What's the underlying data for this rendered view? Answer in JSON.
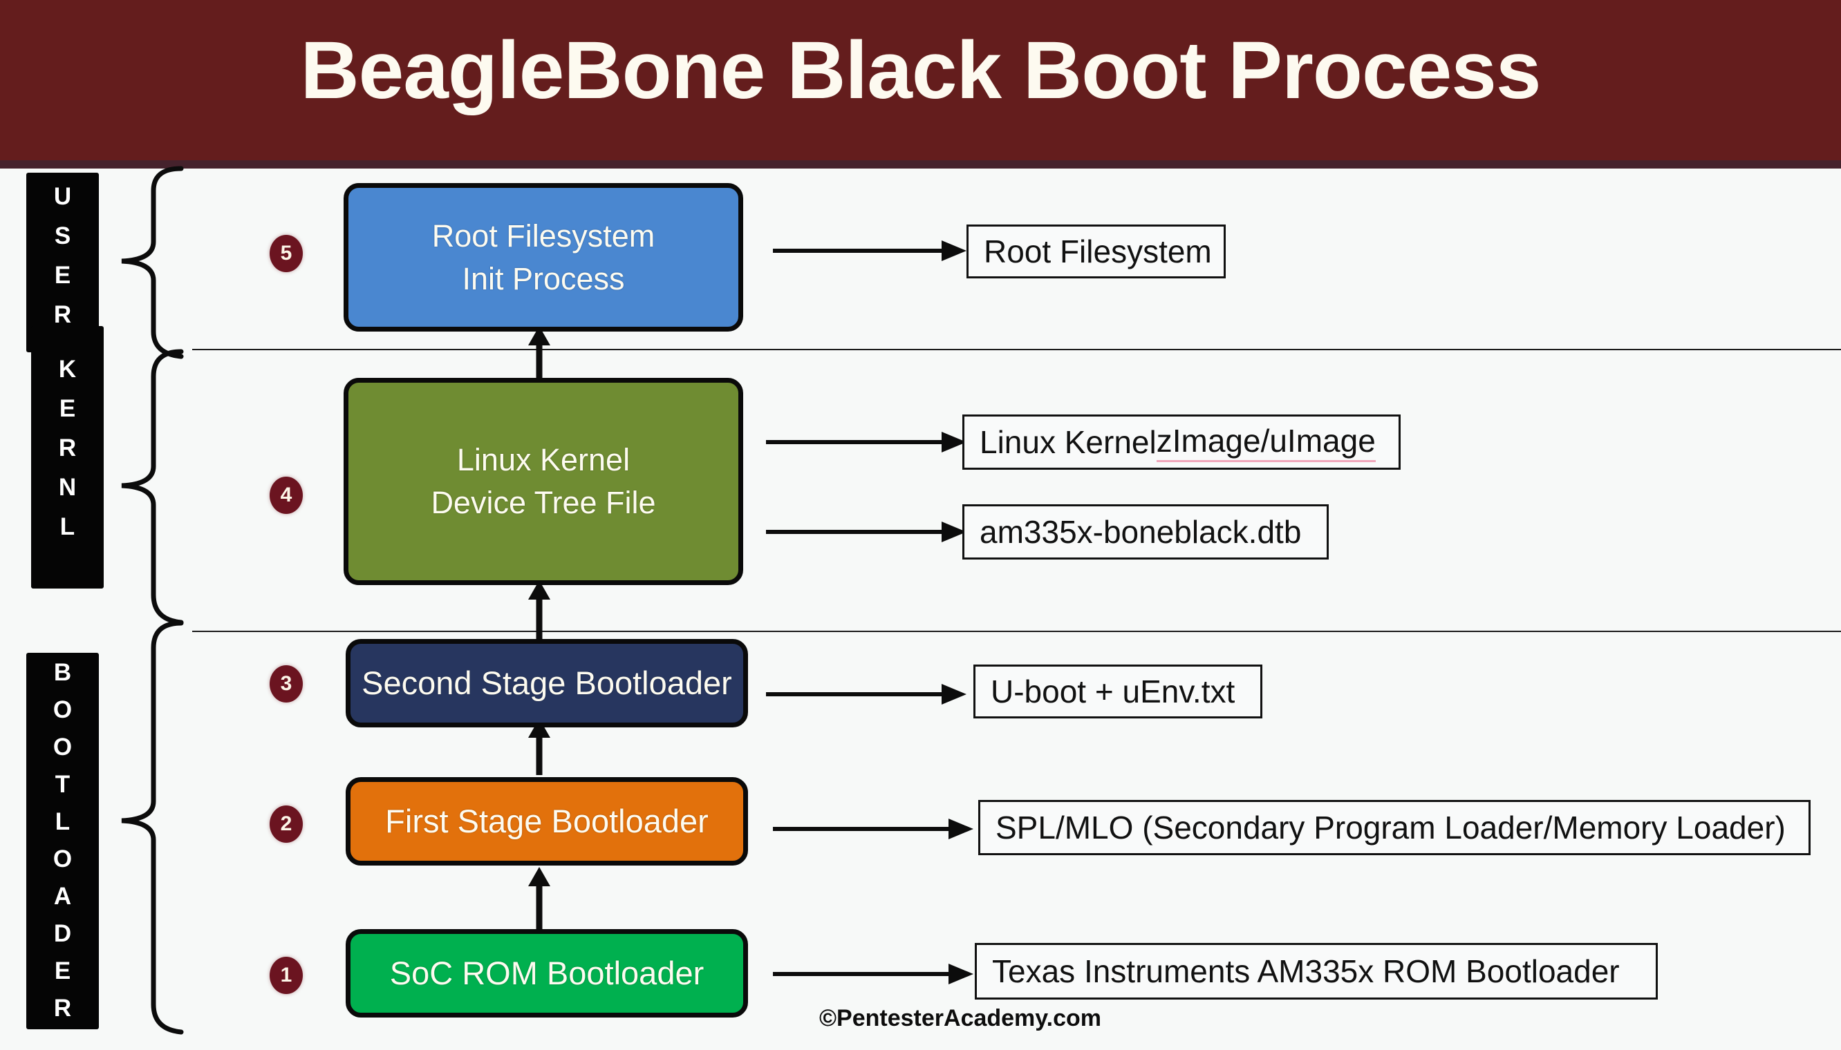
{
  "header": {
    "title": "BeagleBone Black Boot Process",
    "bg_color": "#641d1d",
    "title_color": "#fdfaf0"
  },
  "phases": [
    {
      "name": "user",
      "letters": [
        "U",
        "S",
        "E",
        "R"
      ]
    },
    {
      "name": "kernel",
      "letters": [
        "K",
        "E",
        "R",
        "N",
        "L"
      ]
    },
    {
      "name": "bootloader",
      "letters": [
        "B",
        "O",
        "O",
        "T",
        "L",
        "O",
        "A",
        "D",
        "E",
        "R"
      ]
    }
  ],
  "steps": [
    {
      "number": "5",
      "phase": "user",
      "lines": [
        "Root Filesystem",
        "Init Process"
      ],
      "color": "#4a87d0"
    },
    {
      "number": "4",
      "phase": "kernel",
      "lines": [
        "Linux Kernel",
        "Device Tree File"
      ],
      "color": "#6f8c32"
    },
    {
      "number": "3",
      "phase": "bootloader",
      "lines": [
        "Second Stage Bootloader"
      ],
      "color": "#27365f"
    },
    {
      "number": "2",
      "phase": "bootloader",
      "lines": [
        "First Stage Bootloader"
      ],
      "color": "#e2710c"
    },
    {
      "number": "1",
      "phase": "bootloader",
      "lines": [
        "SoC ROM Bootloader"
      ],
      "color": "#00b04f"
    }
  ],
  "outputs": [
    {
      "key": "rootfs",
      "text": "Root Filesystem"
    },
    {
      "key": "zimage",
      "text_plain": "Linux Kernel ",
      "text_spell": "zImage/uImage"
    },
    {
      "key": "dtb",
      "text": "am335x-boneblack.dtb"
    },
    {
      "key": "uboot",
      "text": "U-boot + uEnv.txt"
    },
    {
      "key": "spl",
      "text": "SPL/MLO  (Secondary Program Loader/Memory Loader)"
    },
    {
      "key": "ti_rom",
      "text": "Texas Instruments AM335x  ROM Bootloader"
    }
  ],
  "footer": {
    "copyright": "©PentesterAcademy.com"
  },
  "colors": {
    "background": "#f7f9f8",
    "badge": "#6b1420",
    "line": "#111111"
  }
}
